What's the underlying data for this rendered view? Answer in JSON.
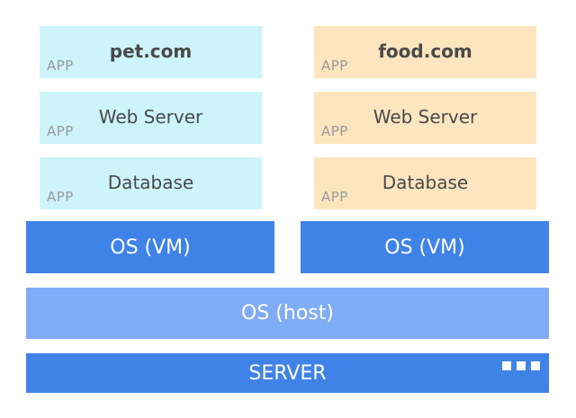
{
  "stacks": [
    {
      "color": "#cdf3fb",
      "apps": [
        {
          "title": "pet.com",
          "bold": true,
          "tag": "APP"
        },
        {
          "title": "Web Server",
          "bold": false,
          "tag": "APP"
        },
        {
          "title": "Database",
          "bold": false,
          "tag": "APP"
        }
      ],
      "vm_label": "OS (VM)"
    },
    {
      "color": "#fde5bf",
      "apps": [
        {
          "title": "food.com",
          "bold": true,
          "tag": "APP"
        },
        {
          "title": "Web Server",
          "bold": false,
          "tag": "APP"
        },
        {
          "title": "Database",
          "bold": false,
          "tag": "APP"
        }
      ],
      "vm_label": "OS (VM)"
    }
  ],
  "host": {
    "label": "OS (host)",
    "color": "#80acf6"
  },
  "server": {
    "label": "SERVER",
    "color": "#3f83e8",
    "indicator_icon": "three-squares-icon"
  }
}
